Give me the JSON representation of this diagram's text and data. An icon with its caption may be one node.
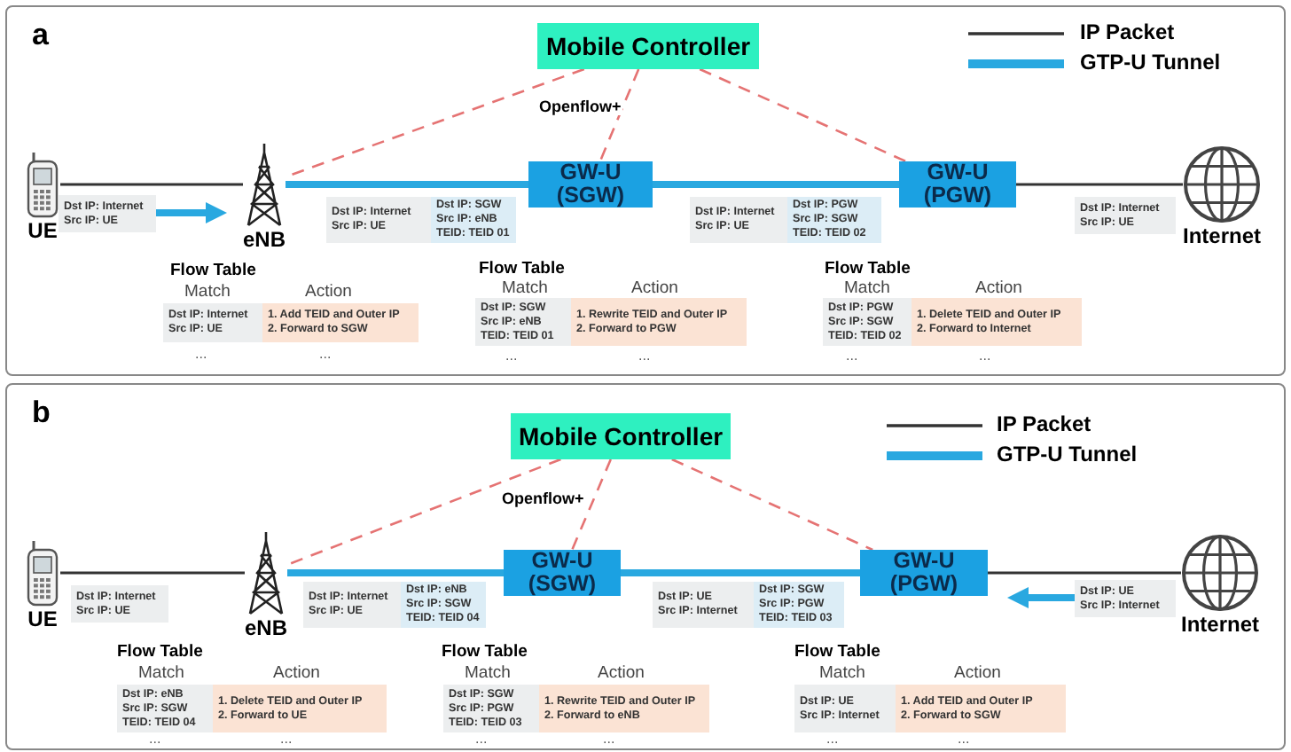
{
  "diagram": {
    "nodes": [
      {
        "text": [
          "a"
        ]
      },
      {
        "text": [
          "Mobile Controller"
        ],
        "in": 0
      },
      {
        "text": [
          "UE"
        ],
        "in": 0
      },
      {
        "text": [
          "eNB"
        ],
        "in": 0
      },
      {
        "text": [
          "GW-U (SGW)"
        ],
        "in": 0
      },
      {
        "text": [
          "GW-U (PGW)"
        ],
        "in": 0
      },
      {
        "text": [
          "Internet"
        ],
        "in": 0
      },
      {
        "text": [
          "b"
        ]
      },
      {
        "text": [
          "Mobile Controller"
        ],
        "in": 7
      },
      {
        "text": [
          "UE"
        ],
        "in": 7
      },
      {
        "text": [
          "eNB"
        ],
        "in": 7
      },
      {
        "text": [
          "GW-U (SGW)"
        ],
        "in": 7
      },
      {
        "text": [
          "GW-U (PGW)"
        ],
        "in": 7
      },
      {
        "text": [
          "Internet"
        ],
        "in": 7
      }
    ],
    "edges": [
      {
        "from": 1,
        "to": 3,
        "arrow": "none",
        "style": "dashed",
        "color": "#e57373"
      },
      {
        "from": 1,
        "to": 4,
        "arrow": "none",
        "style": "dashed",
        "color": "#e57373",
        "label": "Openflow+"
      },
      {
        "from": 1,
        "to": 5,
        "arrow": "none",
        "style": "dashed",
        "color": "#e57373"
      },
      {
        "from": 2,
        "to": 3,
        "arrow": "none",
        "color": "#333333"
      },
      {
        "from": 3,
        "to": 4,
        "arrow": "none",
        "style": "thick",
        "color": "#29a8e0"
      },
      {
        "from": 4,
        "to": 5,
        "arrow": "none",
        "style": "thick",
        "color": "#29a8e0"
      },
      {
        "from": 5,
        "to": 6,
        "arrow": "none",
        "color": "#333333"
      },
      {
        "from": 8,
        "to": 10,
        "arrow": "none",
        "style": "dashed",
        "color": "#e57373"
      },
      {
        "from": 8,
        "to": 11,
        "arrow": "none",
        "style": "dashed",
        "color": "#e57373",
        "label": "Openflow+"
      },
      {
        "from": 8,
        "to": 12,
        "arrow": "none",
        "style": "dashed",
        "color": "#e57373"
      },
      {
        "from": 9,
        "to": 10,
        "arrow": "none",
        "color": "#333333"
      },
      {
        "from": 10,
        "to": 11,
        "arrow": "none",
        "style": "thick",
        "color": "#29a8e0"
      },
      {
        "from": 11,
        "to": 12,
        "arrow": "none",
        "style": "thick",
        "color": "#29a8e0"
      },
      {
        "from": 12,
        "to": 13,
        "arrow": "none",
        "color": "#333333"
      }
    ],
    "labels": [
      "Dst IP: Internet",
      "Src IP: UE",
      "Dst IP: Internet",
      "Src IP: UE",
      "Dst IP: SGW",
      "Src IP: eNB",
      "TEID: TEID 01",
      "Dst IP: Internet",
      "Src IP: UE",
      "Dst IP: PGW",
      "Src IP: SGW",
      "TEID: TEID 02",
      "Dst IP: Internet",
      "Src IP: UE",
      "Flow Table",
      "Match",
      "Action",
      "Dst IP: Internet",
      "Src IP: UE",
      "1. Add TEID and Outer IP",
      "2. Forward to SGW",
      "...",
      "...",
      "Flow Table",
      "Match",
      "Action",
      "Dst IP: SGW",
      "Src IP: eNB",
      "TEID: TEID 01",
      "1. Rewrite TEID and Outer IP",
      "2. Forward to PGW",
      "...",
      "...",
      "Flow Table",
      "Match",
      "Action",
      "Dst IP: PGW",
      "Src IP: SGW",
      "TEID: TEID 02",
      "1. Delete TEID and Outer IP",
      "2. Forward to Internet",
      "...",
      "...",
      "Dst IP: Internet",
      "Src IP: UE",
      "Dst IP: Internet",
      "Src IP: UE",
      "Dst IP: eNB",
      "Src IP: SGW",
      "TEID: TEID 04",
      "Dst IP: UE",
      "Src IP: Internet",
      "Dst IP: SGW",
      "Src IP: PGW",
      "TEID: TEID 03",
      "Dst IP: UE",
      "Src IP: Internet",
      "Flow Table",
      "Match",
      "Action",
      "Dst IP: eNB",
      "Src IP: SGW",
      "TEID: TEID 04",
      "1. Delete TEID and Outer IP",
      "2. Forward to UE",
      "...",
      "...",
      "Flow Table",
      "Match",
      "Action",
      "Dst IP: SGW",
      "Src IP: PGW",
      "TEID: TEID 03",
      "1. Rewrite TEID and Outer IP",
      "2. Forward to eNB",
      "...",
      "...",
      "Flow Table",
      "Match",
      "Action",
      "Dst IP: UE",
      "Src IP: Internet",
      "1. Add TEID and Outer IP",
      "2. Forward to SGW",
      "...",
      "..."
    ],
    "legend": [
      {
        "text": "IP Packet"
      },
      {
        "text": "GTP-U Tunnel"
      },
      {
        "text": "IP Packet"
      },
      {
        "text": "GTP-U Tunnel"
      }
    ]
  }
}
